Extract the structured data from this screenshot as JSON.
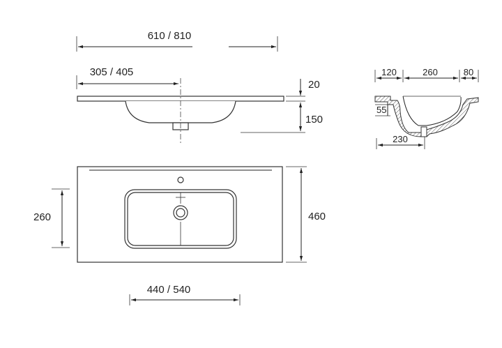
{
  "dimensions": {
    "top_width": "610 / 810",
    "drain_offset": "305 / 405",
    "slab_thickness": "20",
    "bowl_depth": "150",
    "bowl_width": "260",
    "overall_depth": "460",
    "bowl_length": "440 / 540"
  },
  "section": {
    "back_ledge": "120",
    "bowl_span": "260",
    "front_lip": "80",
    "step_height": "55",
    "drain_distance": "230"
  }
}
